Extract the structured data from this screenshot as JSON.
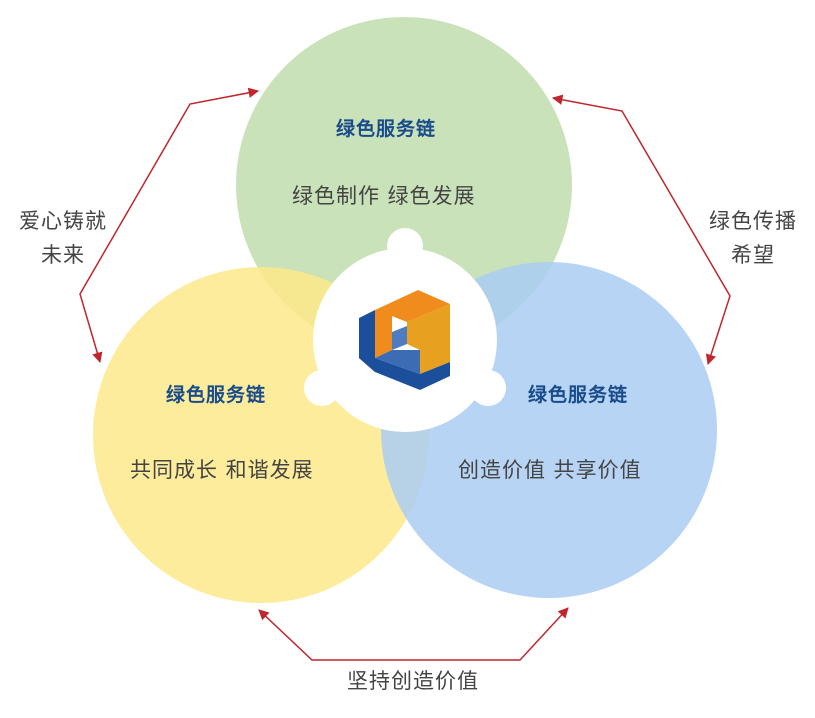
{
  "circles": {
    "top": {
      "title": "绿色服务链",
      "subtitle": "绿色制作  绿色发展",
      "color": "#c5e0b4"
    },
    "left": {
      "title": "绿色服务链",
      "subtitle": "共同成长  和谐发展",
      "color": "#fde98a"
    },
    "right": {
      "title": "绿色服务链",
      "subtitle": "创造价值  共享价值",
      "color": "#aaccf3"
    }
  },
  "links": {
    "left": {
      "line1": "爱心铸就",
      "line2": "未来"
    },
    "right": {
      "line1": "绿色传播",
      "line2": "希望"
    },
    "bottom": {
      "line1": "坚持创造价值"
    }
  },
  "colors": {
    "arrow": "#c0262d",
    "title_text": "#1a4c8c",
    "logo_blue": "#1c4f9b",
    "logo_orange": "#f08c1e"
  }
}
